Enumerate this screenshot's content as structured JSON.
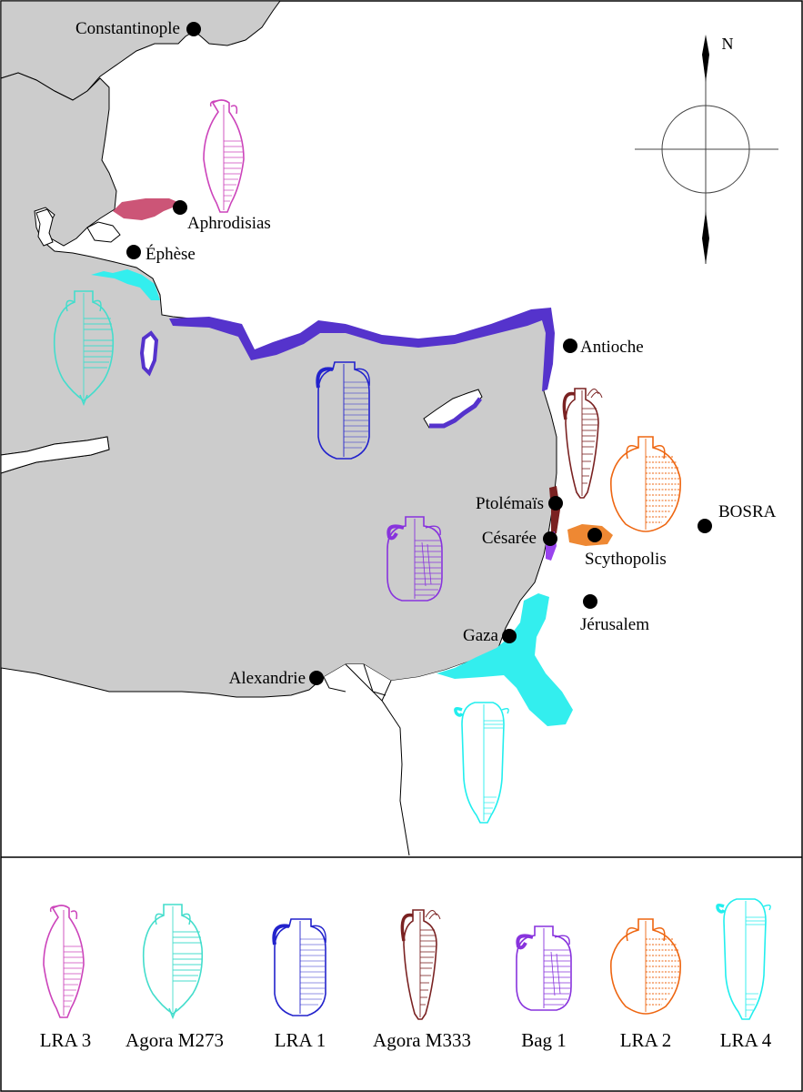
{
  "colors": {
    "land": "#cccccc",
    "coast_stroke": "#000000",
    "LRA 3": "#cc44bb",
    "Agora M273": "#44ddcc",
    "LRA 1": "#2222cc",
    "Agora M333": "#7a2222",
    "Bag 1": "#8833dd",
    "LRA 2": "#ee6611",
    "LRA 4": "#22eeee",
    "aphrodisias_zone": "#cc5577",
    "lra1_zone": "#5533cc",
    "lra4_zone": "#33eeee",
    "lra2_zone": "#ee8833",
    "agora_m333_zone": "#7a2222",
    "bag1_zone": "#9944ee"
  },
  "compass": {
    "north_label": "N"
  },
  "cities": [
    {
      "id": "constantinople",
      "label": "Constantinople"
    },
    {
      "id": "aphrodisias",
      "label": "Aphrodisias"
    },
    {
      "id": "ephese",
      "label": "Éphèse"
    },
    {
      "id": "antioche",
      "label": "Antioche"
    },
    {
      "id": "ptolemais",
      "label": "Ptolémaïs"
    },
    {
      "id": "cesaree",
      "label": "Césarée"
    },
    {
      "id": "scythopolis",
      "label": "Scythopolis"
    },
    {
      "id": "bosra",
      "label": "BOSRA"
    },
    {
      "id": "jerusalem",
      "label": "Jérusalem"
    },
    {
      "id": "gaza",
      "label": "Gaza"
    },
    {
      "id": "alexandrie",
      "label": "Alexandrie"
    }
  ],
  "legend": [
    {
      "label": "LRA 3",
      "color_key": "LRA 3"
    },
    {
      "label": "Agora M273",
      "color_key": "Agora M273"
    },
    {
      "label": "LRA 1",
      "color_key": "LRA 1"
    },
    {
      "label": "Agora M333",
      "color_key": "Agora M333"
    },
    {
      "label": "Bag 1",
      "color_key": "Bag 1"
    },
    {
      "label": "LRA 2",
      "color_key": "LRA 2"
    },
    {
      "label": "LRA 4",
      "color_key": "LRA 4"
    }
  ]
}
